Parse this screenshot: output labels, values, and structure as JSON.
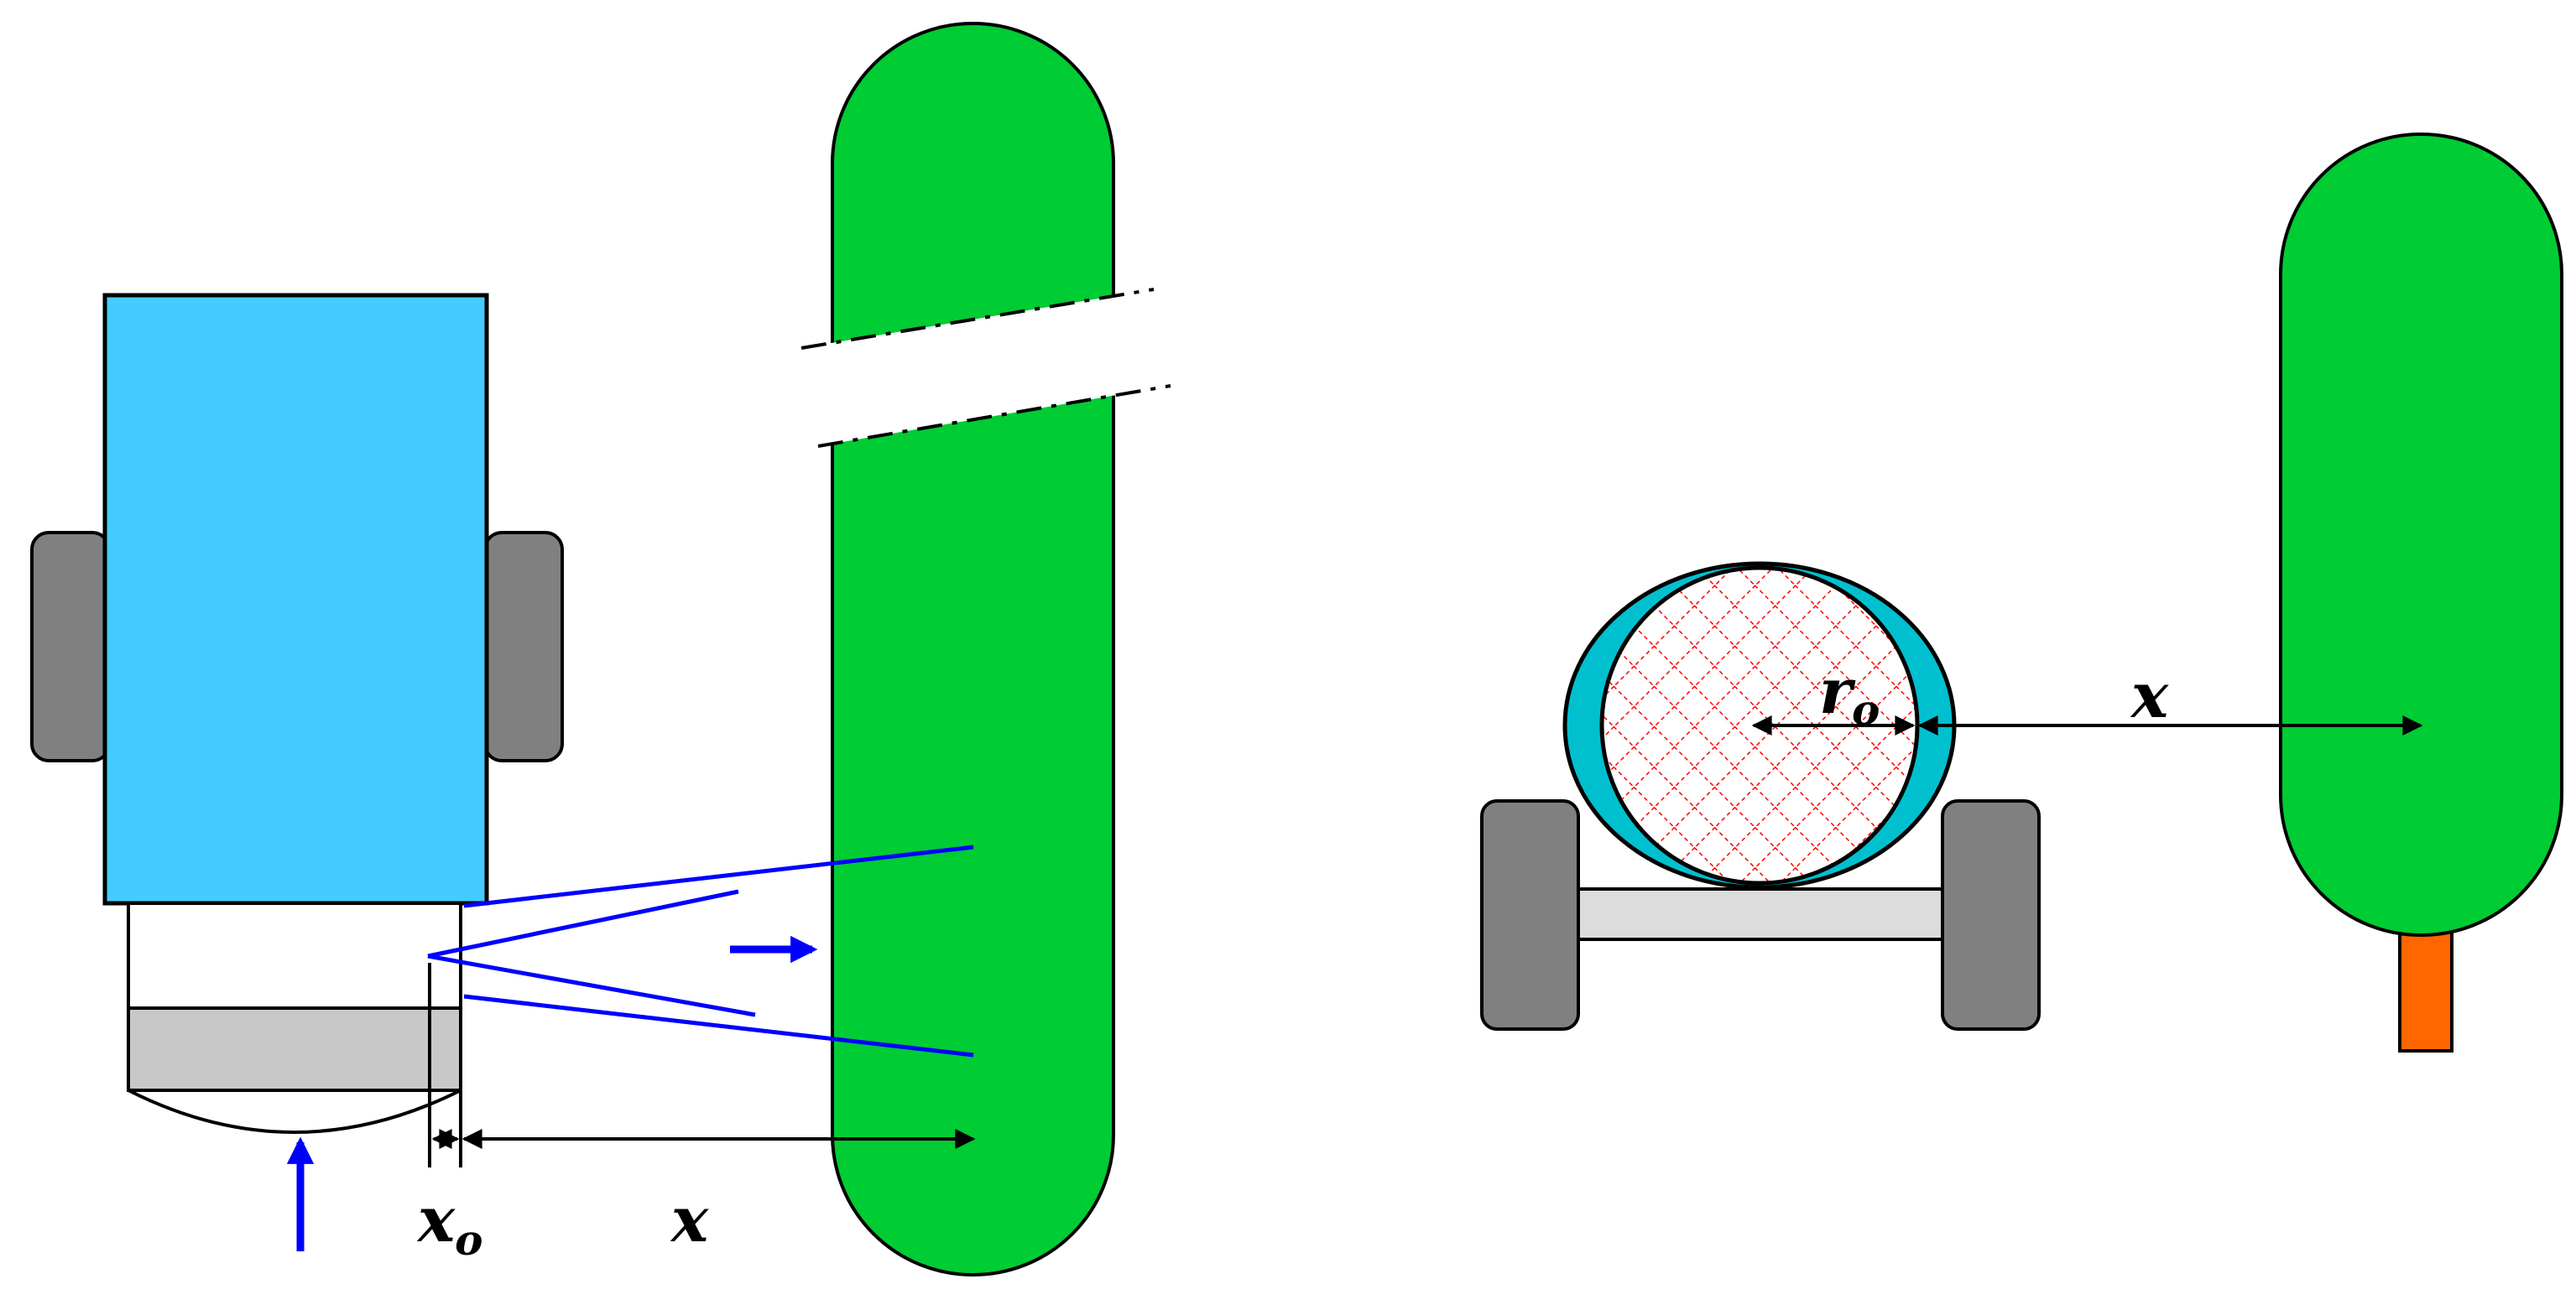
{
  "labels": {
    "left_offset": {
      "base": "x",
      "sub": "o"
    },
    "left_distance": "x",
    "right_radius": {
      "base": "r",
      "sub": "o"
    },
    "right_distance": "x"
  },
  "colors": {
    "sprayer_body": "#44CCFF",
    "wheel": "#808080",
    "nozzle_bar": "#C8C8C8",
    "axle": "#DCDCDC",
    "canopy": "#00CC33",
    "trunk": "#FF6600",
    "tank_outer": "#00C0D0",
    "tank_mesh": "#FF0000",
    "spray_lines": "#0000FF",
    "outline": "#000000"
  }
}
